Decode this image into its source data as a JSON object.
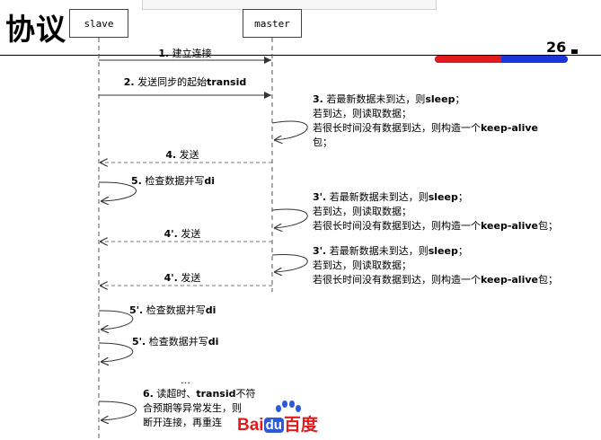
{
  "title": "协议",
  "page_number": "26",
  "progress": 0.5,
  "colors": {
    "progress_done": "#e01b1b",
    "progress_rest": "#1a36d8",
    "logo_red": "#e01b1b",
    "logo_blue": "#2d5bd8"
  },
  "actors": {
    "slave": "slave",
    "master": "master"
  },
  "messages": [
    {
      "num": "1.",
      "text": "建立连接"
    },
    {
      "num": "2.",
      "text": "发送同步的起始",
      "bold": "transid"
    },
    {
      "num": "4.",
      "text": "发送"
    },
    {
      "num": "4'.",
      "text": "发送"
    },
    {
      "num": "4'.",
      "text": "发送"
    }
  ],
  "self_notes": {
    "master": [
      {
        "lines": [
          {
            "num": "3.",
            "text": "若最新数据未到达，则",
            "bold": "sleep",
            "tail": "；"
          },
          {
            "text": "若到达，则读取数据；"
          },
          {
            "text": "若很长时间没有数据到达，则构造一个",
            "bold": "keep-alive"
          },
          {
            "text": "包；"
          }
        ]
      },
      {
        "lines": [
          {
            "num": "3'.",
            "text": "若最新数据未到达，则",
            "bold": "sleep",
            "tail": "；"
          },
          {
            "text": "若到达，则读取数据；"
          },
          {
            "text": "若很长时间没有数据到达，则构造一个",
            "bold": "keep-alive",
            "tail": "包；"
          }
        ]
      },
      {
        "lines": [
          {
            "num": "3'.",
            "text": "若最新数据未到达，则",
            "bold": "sleep",
            "tail": "；"
          },
          {
            "text": "若到达，则读取数据；"
          },
          {
            "text": "若很长时间没有数据到达，则构造一个",
            "bold": "keep-alive",
            "tail": "包；"
          }
        ]
      }
    ],
    "slave": [
      {
        "num": "5.",
        "text": "检查数据并写",
        "bold": "di"
      },
      {
        "num": "5'.",
        "text": "检查数据并写",
        "bold": "di"
      },
      {
        "num": "5'.",
        "text": "检查数据并写",
        "bold": "di"
      }
    ]
  },
  "ellipsis": "…",
  "final_note": {
    "num": "6.",
    "line1_text": "读超时、",
    "line1_bold": "transid",
    "line1_tail": "不符",
    "line2": "合预期等异常发生，则",
    "line3": "断开连接，再重连"
  },
  "logo": {
    "bai": "Bai",
    "du": "du",
    "cn": "百度"
  }
}
